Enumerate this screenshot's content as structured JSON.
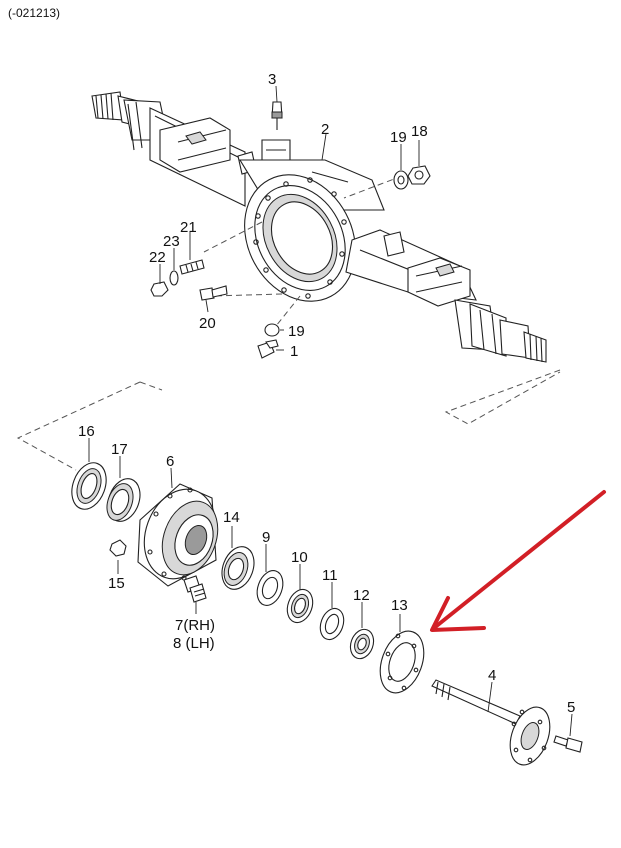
{
  "diagram": {
    "code": "(-021213)",
    "labels": {
      "l1": "1",
      "l2": "2",
      "l3": "3",
      "l4": "4",
      "l5": "5",
      "l6": "6",
      "l7_8a": "7(RH)",
      "l7_8b": "8 (LH)",
      "l9": "9",
      "l10": "10",
      "l11": "11",
      "l12": "12",
      "l13": "13",
      "l14": "14",
      "l15": "15",
      "l16": "16",
      "l17": "17",
      "l18": "18",
      "l19a": "19",
      "l19b": "19",
      "l20": "20",
      "l21": "21",
      "l22": "22",
      "l23": "23"
    },
    "colors": {
      "arrow": "#d21f26",
      "ink": "#222222"
    }
  }
}
